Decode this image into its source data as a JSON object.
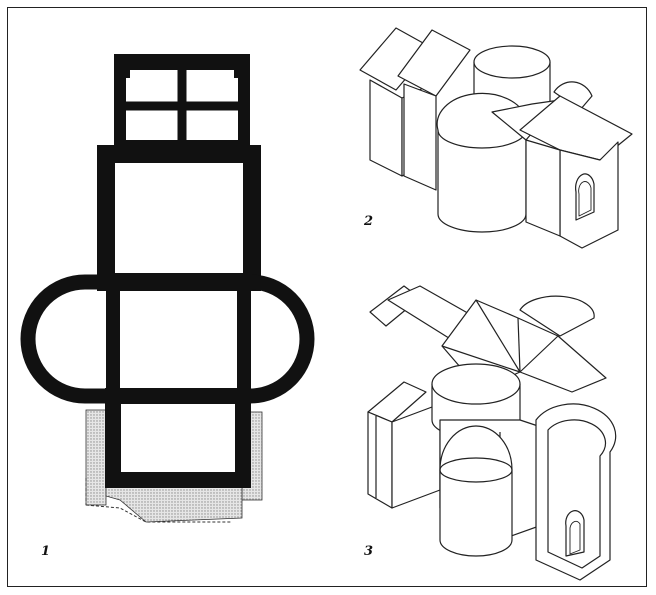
{
  "figures": [
    {
      "label": "1",
      "description_kind": "floor-plan"
    },
    {
      "label": "2",
      "description_kind": "axonometric-view"
    },
    {
      "label": "3",
      "description_kind": "axonometric-view"
    }
  ],
  "colors": {
    "ink": "#111111",
    "line": "#222222",
    "hatch": "#bdbdbd",
    "paper": "#ffffff"
  }
}
